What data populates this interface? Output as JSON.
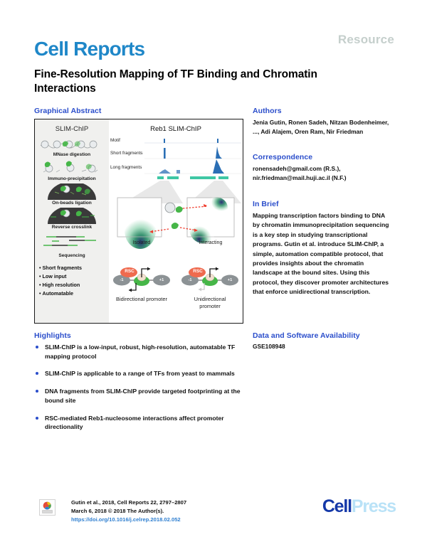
{
  "header": {
    "kicker": "Resource",
    "journal": "Cell Reports",
    "title": "Fine-Resolution Mapping of TF Binding and Chromatin Interactions"
  },
  "colors": {
    "journal_blue": "#1f87c8",
    "heading_blue": "#2b4ecb",
    "kicker_gray": "#c5cfcc",
    "link_blue": "#2f7fd0",
    "cellpress_dark": "#1438a8",
    "cellpress_light": "#b9e2f7",
    "figure_green": "#46b648",
    "figure_teal": "#39c6a0",
    "figure_blue": "#2b6fb5",
    "rsc_red": "#e8503a",
    "nucleosome_gray": "#8c9295"
  },
  "graphical_abstract": {
    "heading": "Graphical Abstract",
    "left_panel": {
      "title": "SLIM-ChIP",
      "steps": [
        "MNase digestion",
        "Immuno-precipitation",
        "On-beads ligation",
        "Reverse crosslink",
        "Sequencing"
      ],
      "bullets": [
        "Short fragments",
        "Low input",
        "High resolution",
        "Automatable"
      ]
    },
    "right_panel": {
      "title": "Reb1 SLIM-ChIP",
      "tracks": [
        "Motif",
        "Short fragments",
        "Long fragments"
      ],
      "heatmap_captions": [
        "Isolated",
        "Interacting"
      ],
      "promoters": [
        {
          "complex_label": "RSC",
          "left_nucleosome": "-1",
          "right_nucleosome": "+1",
          "caption": "Bidirectional promoter"
        },
        {
          "complex_label": "RSC",
          "left_nucleosome": "-1",
          "right_nucleosome": "+1",
          "caption": "Unidirectional promoter"
        }
      ]
    }
  },
  "highlights": {
    "heading": "Highlights",
    "items": [
      "SLIM-ChIP is a low-input, robust, high-resolution, automatable TF mapping protocol",
      "SLIM-ChIP is applicable to a range of TFs from yeast to mammals",
      "DNA fragments from SLIM-ChIP provide targeted footprinting at the bound site",
      "RSC-mediated Reb1-nucleosome interactions affect promoter directionality"
    ]
  },
  "authors": {
    "heading": "Authors",
    "list": "Jenia Gutin, Ronen Sadeh, Nitzan Bodenheimer, ..., Adi Alajem, Oren Ram, Nir Friedman"
  },
  "correspondence": {
    "heading": "Correspondence",
    "emails": "ronensadeh@gmail.com (R.S.), nir.friedman@mail.huji.ac.il (N.F.)"
  },
  "in_brief": {
    "heading": "In Brief",
    "text": "Mapping transcription factors binding to DNA by chromatin immunoprecipitation sequencing is a key step in studying transcriptional programs. Gutin et al. introduce SLIM-ChIP, a simple, automation compatible protocol, that provides insights about the chromatin landscape at the bound sites. Using this protocol, they discover promoter architectures that enforce unidirectional transcription."
  },
  "data_availability": {
    "heading": "Data and Software Availability",
    "accession": "GSE108948"
  },
  "footer": {
    "citation_line1": "Gutin et al., 2018, Cell Reports 22, 2797–2807",
    "citation_line2": "March 6, 2018 © 2018 The Author(s).",
    "doi": "https://doi.org/10.1016/j.celrep.2018.02.052",
    "publisher_dark": "Cell",
    "publisher_light": "Press"
  }
}
